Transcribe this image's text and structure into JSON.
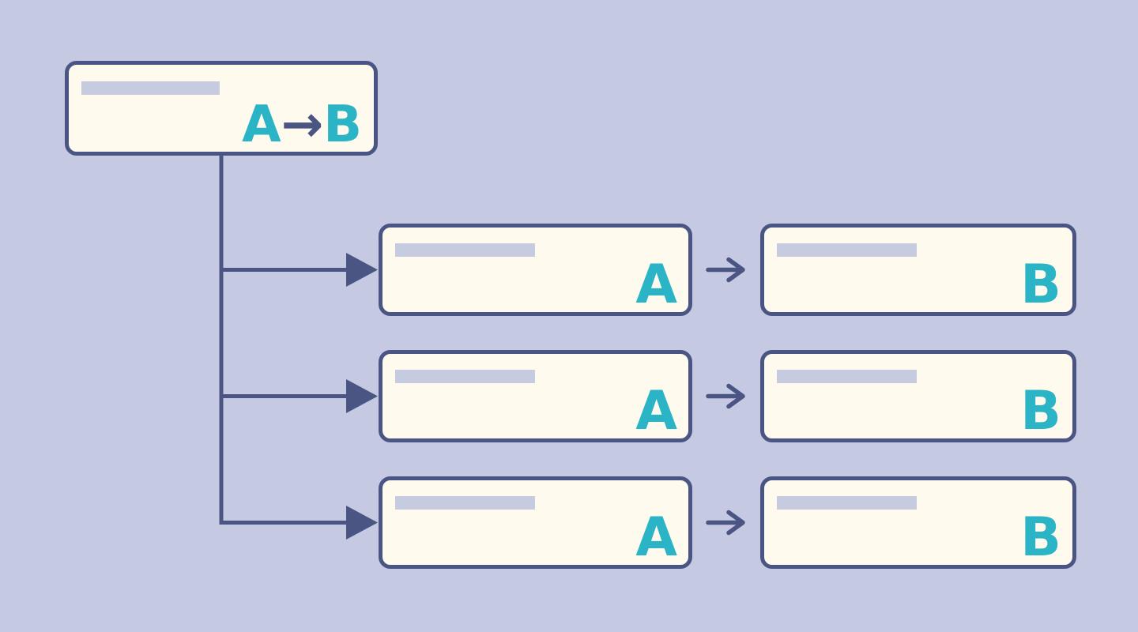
{
  "palette": {
    "background": "#c5c9e1",
    "box_fill": "#fffaee",
    "line": "#4a5584",
    "accent": "#2ab4c5",
    "bar": "#c6cbdf"
  },
  "diagram": {
    "root": {
      "label_a": "A",
      "label_arrow": "→",
      "label_b": "B"
    },
    "rows": [
      {
        "source_label": "A",
        "target_label": "B"
      },
      {
        "source_label": "A",
        "target_label": "B"
      },
      {
        "source_label": "A",
        "target_label": "B"
      }
    ]
  }
}
